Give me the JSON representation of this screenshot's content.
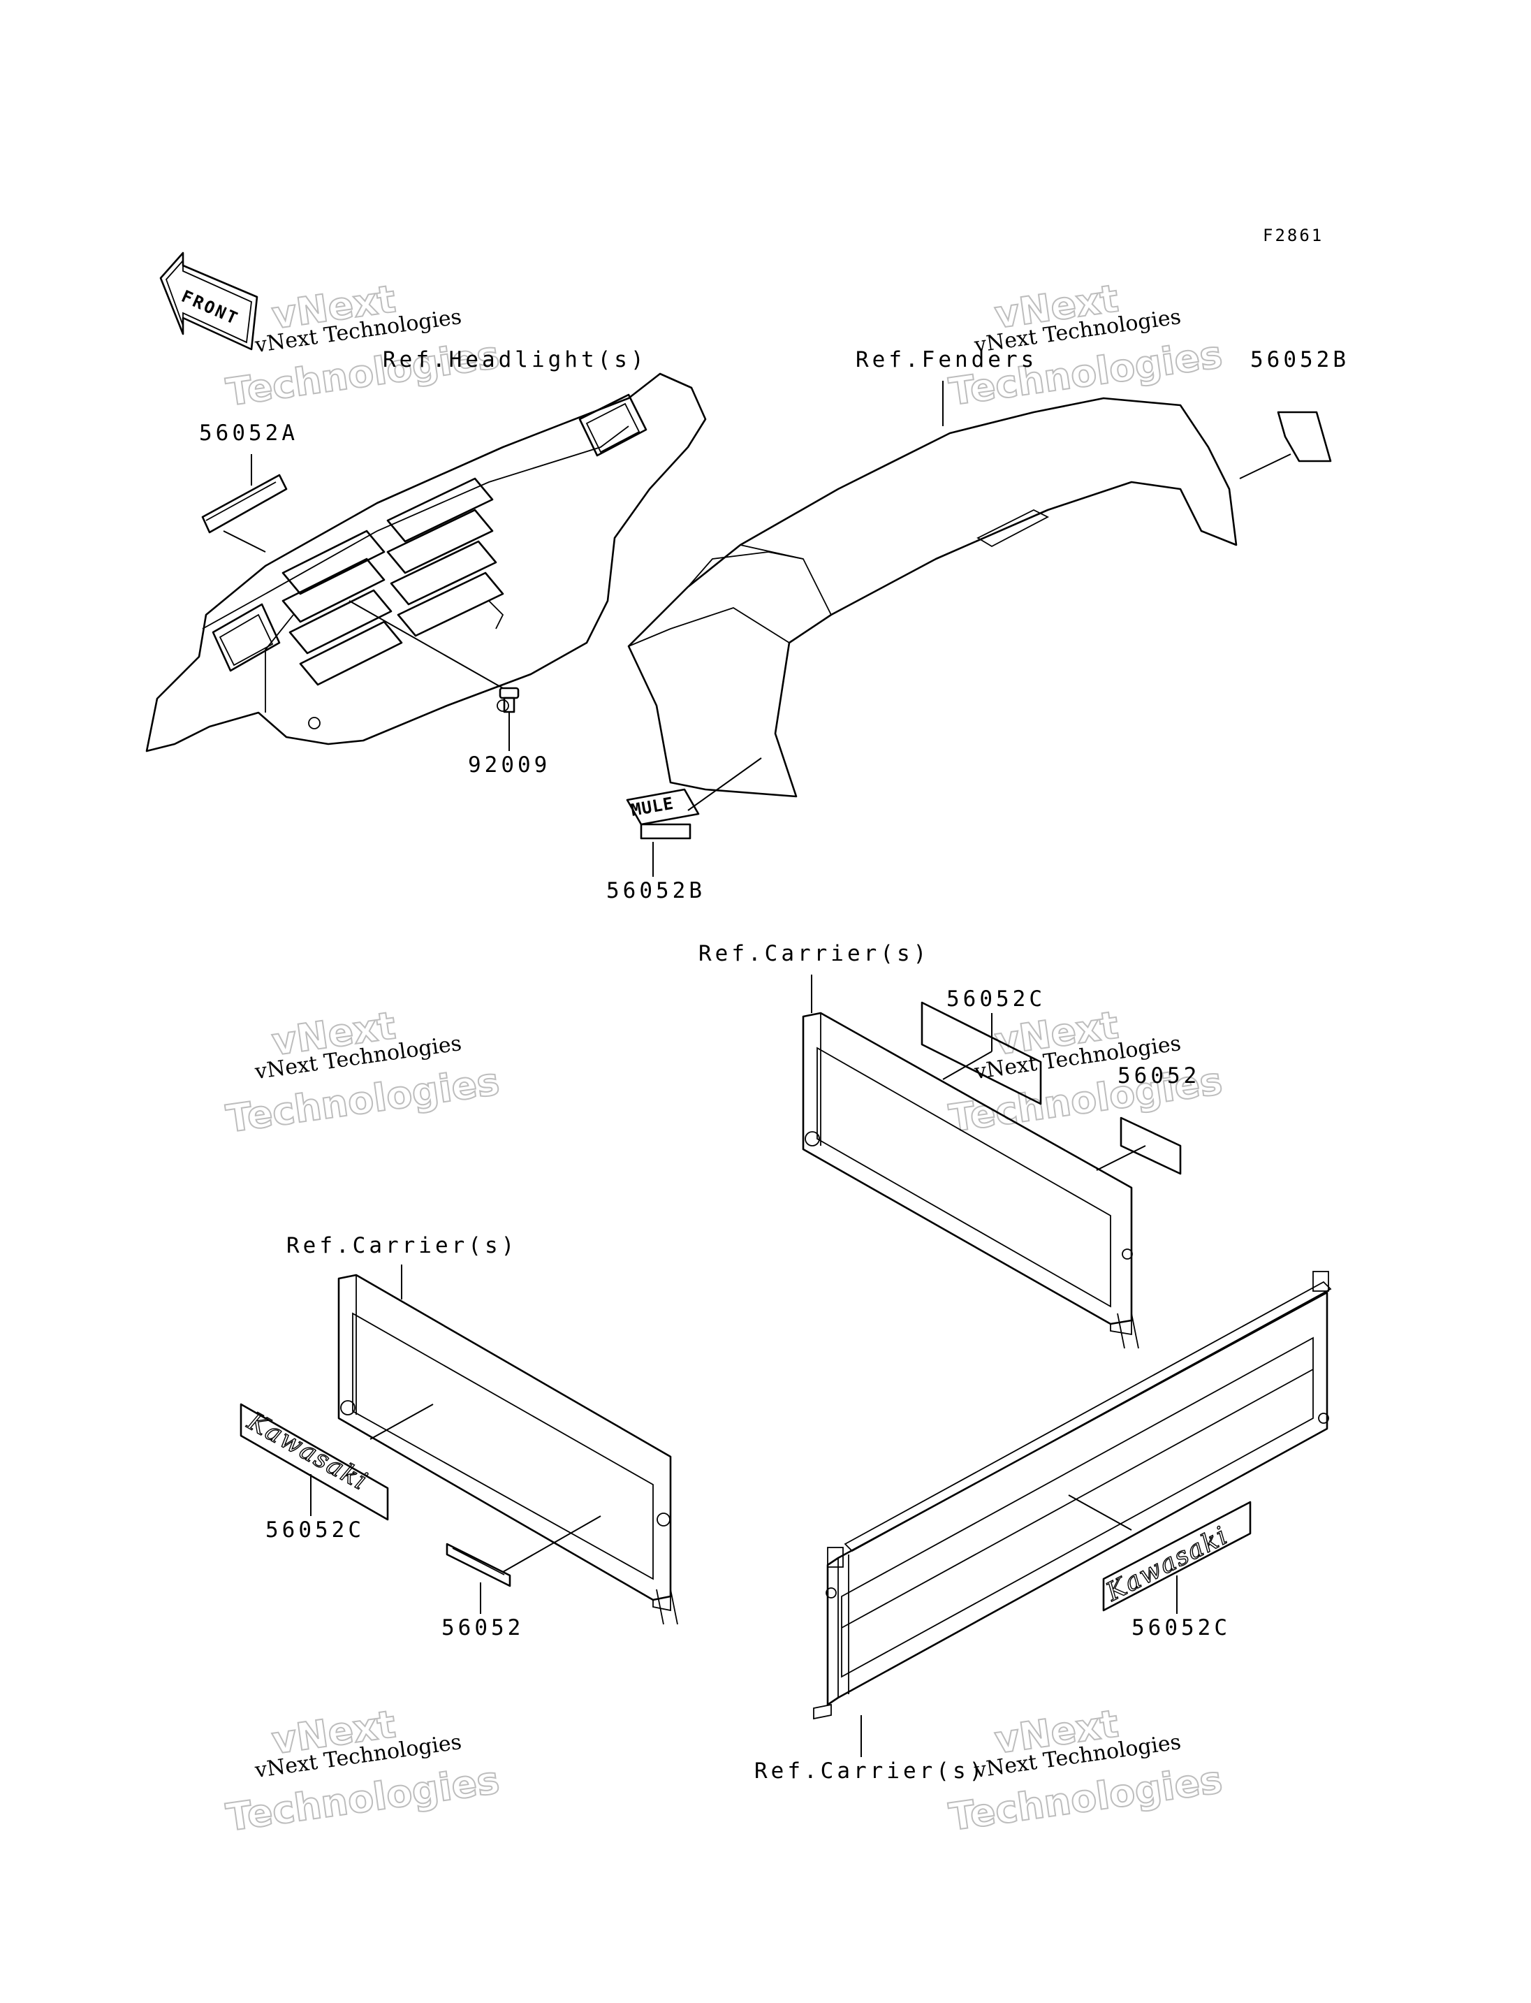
{
  "figure_code": "F2861",
  "front_arrow_text": "FRONT",
  "watermark": {
    "line1": "vNext Technologies",
    "line2": "vNext",
    "line3": "Technologies"
  },
  "labels": {
    "ref_headlight": "Ref.Headlight(s)",
    "ref_fenders": "Ref.Fenders",
    "ref_carrier_top": "Ref.Carrier(s)",
    "ref_carrier_left": "Ref.Carrier(s)",
    "ref_carrier_bottom": "Ref.Carrier(s)",
    "p56052A": "56052A",
    "p56052B_top": "56052B",
    "p56052B_mid": "56052B",
    "p92009": "92009",
    "p56052C_top": "56052C",
    "p56052_right": "56052",
    "p56052C_left": "56052C",
    "p56052_left": "56052",
    "p56052C_right": "56052C"
  },
  "decals": {
    "kawasaki_left": "Kawasaki",
    "kawasaki_right": "Kawasaki",
    "mule_badge": "MULE"
  }
}
